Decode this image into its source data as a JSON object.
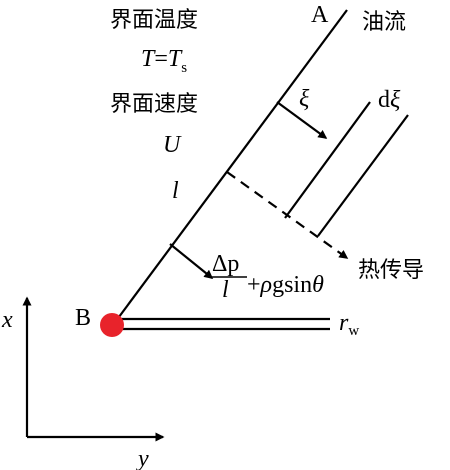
{
  "labels": {
    "interface_temp": "界面温度",
    "temp_T": "T",
    "temp_eq": "=",
    "temp_Ts": "T",
    "temp_Ts_sub": "s",
    "interface_speed": "界面速度",
    "speed_U": "U",
    "point_A": "A",
    "oil_flow": "油流",
    "xi": "ξ",
    "dxi_d": "d",
    "dxi_xi": "ξ",
    "length_l": "l",
    "delta_p": "Δp",
    "frac_l": "l",
    "plus_rho": "+",
    "rho": "ρ",
    "g_sin": "gsin",
    "theta": "θ",
    "heat_conduction": "热传导",
    "point_B": "B",
    "r_w": "r",
    "r_w_sub": "w",
    "axis_x": "x",
    "axis_y": "y"
  },
  "colors": {
    "point_B": "#e8232b",
    "stroke": "#000000"
  }
}
